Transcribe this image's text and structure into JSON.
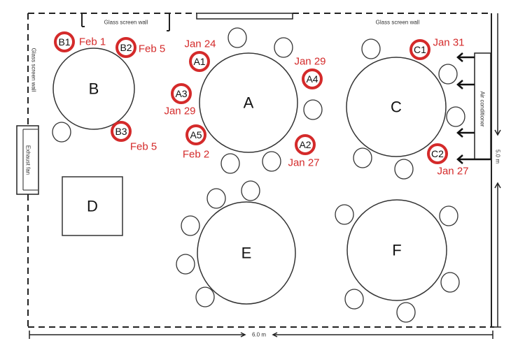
{
  "labels": {
    "glass_wall_top_left": "Glass screen wall",
    "glass_wall_top_right": "Glass screen wall",
    "glass_wall_left": "Glass screen wall",
    "exhaust_fan": "Exhaust fan",
    "air_conditioner": "Air conditioner",
    "dim_height": "5.0 m",
    "dim_width": "6.0 m"
  },
  "tables": [
    {
      "name": "B"
    },
    {
      "name": "A"
    },
    {
      "name": "C"
    },
    {
      "name": "D"
    },
    {
      "name": "E"
    },
    {
      "name": "F"
    }
  ],
  "marked_seats": [
    {
      "id": "B1",
      "date": "Feb 1",
      "highlight": false
    },
    {
      "id": "B2",
      "date": "Feb 5",
      "highlight": false
    },
    {
      "id": "B3",
      "date": "Feb 5",
      "highlight": false
    },
    {
      "id": "A1",
      "date": "Jan 24",
      "highlight": true
    },
    {
      "id": "A3",
      "date": "Jan 29",
      "highlight": false
    },
    {
      "id": "A5",
      "date": "Feb 2",
      "highlight": false
    },
    {
      "id": "A4",
      "date": "Jan 29",
      "highlight": false
    },
    {
      "id": "A2",
      "date": "Jan 27",
      "highlight": false
    },
    {
      "id": "C1",
      "date": "Jan 31",
      "highlight": false
    },
    {
      "id": "C2",
      "date": "Jan 27",
      "highlight": false
    }
  ],
  "colors": {
    "mark": "#d42a2a",
    "highlight_fill": "#f2b71f"
  }
}
